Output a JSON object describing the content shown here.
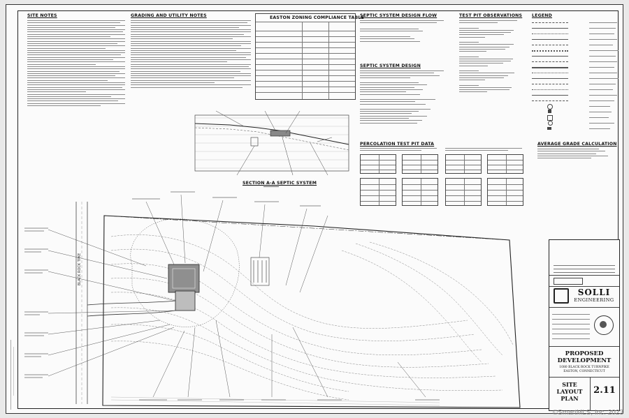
{
  "headings": {
    "site_notes": "SITE NOTES",
    "grading_notes": "GRADING AND UTILITY NOTES",
    "zoning_table": "EASTON ZONING COMPLIANCE TABLE",
    "septic_flow": "SEPTIC SYSTEM DESIGN FLOW",
    "septic_design": "SEPTIC SYSTEM DESIGN",
    "test_pit": "TEST PIT OBSERVATIONS",
    "legend": "LEGEND",
    "perc_data": "PERCOLATION TEST PIT DATA",
    "avg_grade": "AVERAGE GRADE CALCULATION",
    "section": "SECTION A-A SEPTIC SYSTEM"
  },
  "title_block": {
    "company_line1": "SOLLI",
    "company_line2": "ENGINEERING",
    "project_line1": "PROPOSED",
    "project_line2": "DEVELOPMENT",
    "address_line1": "1080 BLACK ROCK TURNPIKE",
    "address_line2": "EASTON, CONNECTICUT",
    "sheet_title_1": "SITE",
    "sheet_title_2": "LAYOUT",
    "sheet_title_3": "PLAN",
    "sheet_number": "2.11"
  },
  "watermark": "©SmartMLS, Inc. 2023",
  "colors": {
    "ink": "#222222",
    "paper": "#fbfbfb",
    "watermark": "#8c8c8c"
  }
}
